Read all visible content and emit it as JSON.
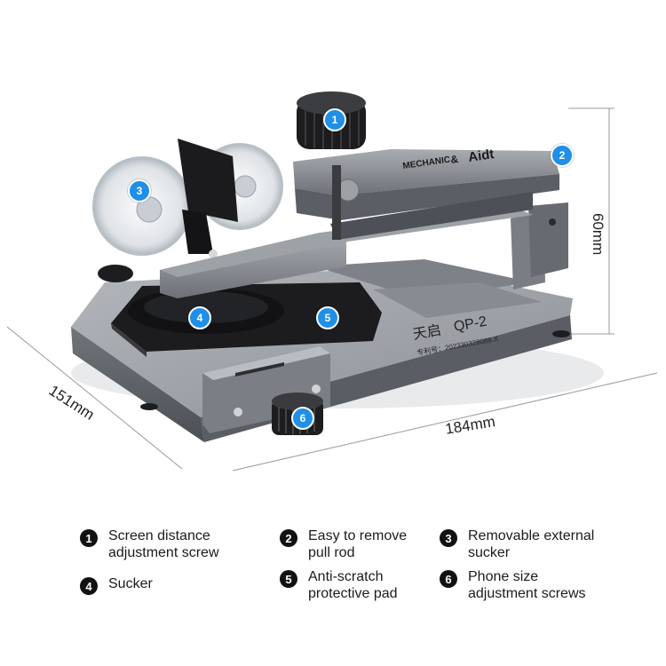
{
  "dimensions": {
    "height": "60mm",
    "depth": "151mm",
    "width": "184mm"
  },
  "device": {
    "brand_left": "MECHANIC",
    "brand_amp": "&",
    "brand_right": "Aidt",
    "model_cn": "天启",
    "model": "QP-2",
    "patent": "专利号：202330328088.X"
  },
  "callouts": [
    "1",
    "2",
    "3",
    "4",
    "5",
    "6"
  ],
  "legend": [
    {
      "num": "1",
      "text": "Screen distance\nadjustment screw"
    },
    {
      "num": "2",
      "text": "Easy to remove\npull rod"
    },
    {
      "num": "3",
      "text": "Removable external\nsucker"
    },
    {
      "num": "4",
      "text": "Sucker"
    },
    {
      "num": "5",
      "text": "Anti-scratch\nprotective pad"
    },
    {
      "num": "6",
      "text": "Phone size\nadjustment screws"
    }
  ],
  "colors": {
    "callout": "#1f8fe8",
    "metal": "#8c9096",
    "metal_dark": "#5d6167",
    "pad": "#1a1a1a"
  }
}
